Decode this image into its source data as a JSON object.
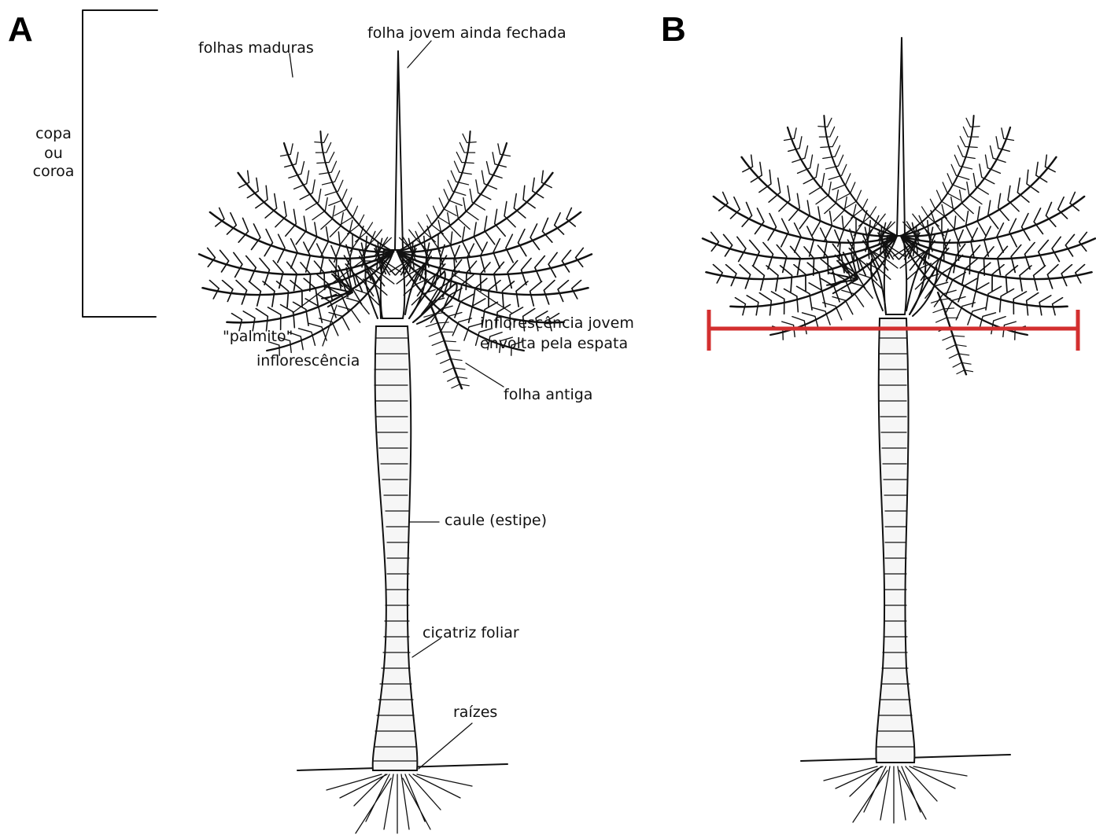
{
  "panels": {
    "a": {
      "letter": "A",
      "crown_bracket": [
        "copa",
        "ou",
        "coroa"
      ],
      "labels": {
        "folhas_maduras": "folhas maduras",
        "folha_jovem": "folha jovem ainda fechada",
        "palmito": "\"palmito\"",
        "inflorescencia": "inflorescência",
        "inflorescencia_jovem": [
          "inflorescência jovem",
          "envolta pela espata"
        ],
        "folha_antiga": "folha antiga",
        "caule": "caule (estipe)",
        "cicatriz": "cicatriz foliar",
        "raizes": "raízes"
      }
    },
    "b": {
      "letter": "B"
    }
  },
  "colors": {
    "ink": "#111111",
    "measure_bar": "#d32f2f"
  },
  "icons": {
    "palm_tree": "palm-tree-drawing",
    "measure_bar": "red-measurement-bar"
  }
}
